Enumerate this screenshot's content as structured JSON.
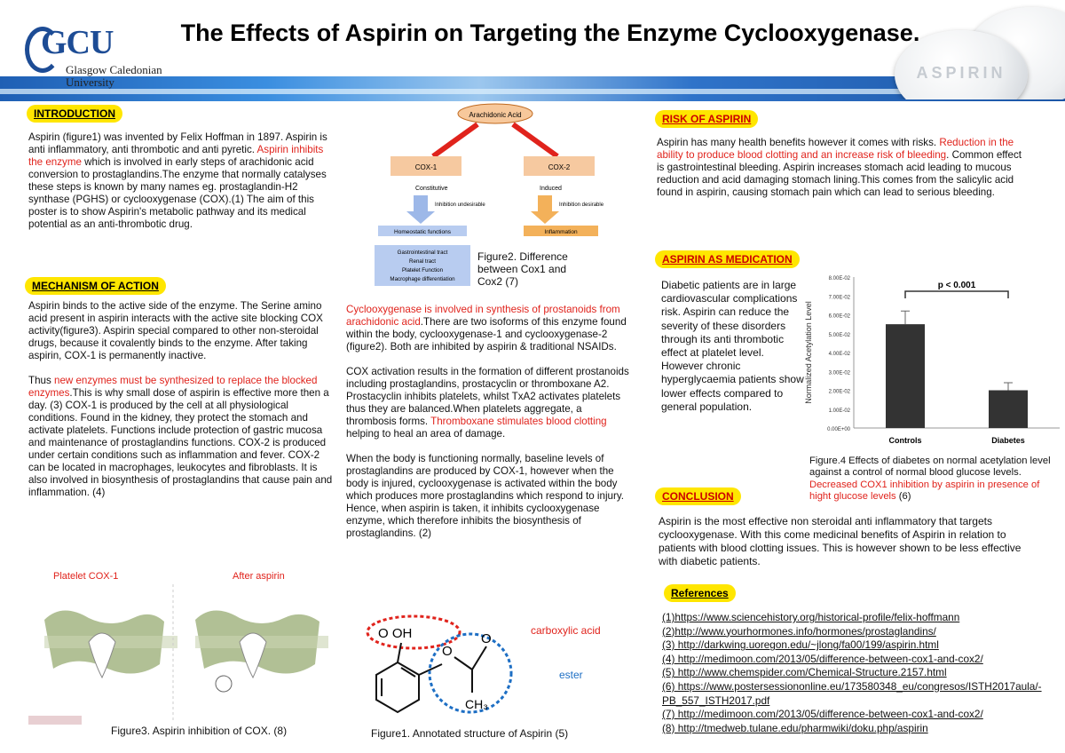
{
  "header": {
    "title": "The Effects of Aspirin on Targeting the Enzyme Cyclooxygenase.",
    "logo_text": "GCU",
    "logo_sub_line1": "Glasgow Caledonian",
    "logo_sub_line2": "University",
    "pill_text": "ASPIRIN"
  },
  "introduction": {
    "heading": "INTRODUCTION",
    "text_a": "Aspirin (figure1) was invented by Felix Hoffman in 1897. Aspirin is anti inflammatory, anti thrombotic and anti pyretic. ",
    "text_red": "Aspirin inhibits the enzyme",
    "text_b": " which is involved in early steps of arachidonic acid conversion to prostaglandins.The enzyme that normally catalyses these steps is known by many names eg. prostaglandin-H2 synthase (PGHS) or cyclooxygenase (COX).(1) The aim of this poster is to show Aspirin's metabolic pathway and its medical potential as an anti-thrombotic drug."
  },
  "mechanism": {
    "heading": "MECHANISM OF ACTION",
    "para1": "Aspirin binds to the active side of the enzyme. The Serine amino acid present in aspirin interacts with the active site blocking COX activity(figure3). Aspirin special compared to other non-steroidal drugs, because it covalently binds to the enzyme. After taking aspirin, COX-1 is permanently inactive.",
    "para2_a": "Thus ",
    "para2_red": "new enzymes must be synthesized to replace the blocked enzymes",
    "para2_b": ".This is why small dose of aspirin is effective more then a day. (3) COX-1 is produced by the cell at all physiological conditions. Found in the kidney, they protect the stomach and activate platelets. Functions include protection of gastric mucosa and maintenance of prostaglandins functions. COX-2 is produced under certain conditions such as inflammation and fever. COX-2 can be located in macrophages, leukocytes and fibroblasts. It is also involved in biosynthesis of prostaglandins that cause pain and inflammation. (4)"
  },
  "figure3": {
    "label_left": "Platelet COX-1",
    "label_right": "After aspirin",
    "caption": "Figure3. Aspirin inhibition of COX. (8)"
  },
  "figure2": {
    "top": "Arachidonic Acid",
    "cox1": "COX-1",
    "cox2": "COX-2",
    "constitutive": "Constitutive",
    "induced": "Induced",
    "inhib1": "Inhibition undesirable",
    "inhib2": "Inhibition desirable",
    "homeo": "Homeostatic functions",
    "inflam": "Inflammation",
    "list1": "Gastrointestinal tract",
    "list2": "Renal tract",
    "list3": "Platelet Function",
    "list4": "Macrophage differentiation",
    "caption": "Figure2. Difference between Cox1 and Cox2 (7)"
  },
  "middle": {
    "p1_red": "Cyclooxygenase is involved in synthesis of prostanoids from arachidonic acid",
    "p1_b": ".There are two isoforms of this enzyme found within the body, cyclooxygenase-1 and cyclooxygenase-2 (figure2). Both are inhibited by aspirin & traditional NSAIDs.",
    "p2_a": "COX activation results in the formation of different prostanoids including prostaglandins, prostacyclin or thromboxane A2. Prostacyclin inhibits platelets, whilst TxA2 activates platelets thus they are balanced.When platelets aggregate, a thrombosis forms. ",
    "p2_red": "Thromboxane stimulates blood clotting",
    "p2_b": " helping to heal an area of damage.",
    "p3": "When the body is functioning normally, baseline levels of prostaglandins are produced by COX-1, however when the body is injured, cyclooxygenase is activated within the body which produces more prostaglandins which respond to injury. Hence, when aspirin is taken, it inhibits cyclooxygenase enzyme, which therefore inhibits the biosynthesis of prostaglandins. (2)"
  },
  "figure1": {
    "label_oh": "O    OH",
    "label_carboxylic": "carboxylic acid",
    "label_ester": "ester",
    "label_ch3": "CH₃",
    "caption": "Figure1. Annotated structure of Aspirin (5)"
  },
  "risk": {
    "heading": "RISK OF ASPIRIN",
    "text_a": "Aspirin has many health benefits however it comes with risks. ",
    "text_red": "Reduction in the ability to produce blood clotting and an increase risk of bleeding",
    "text_b": ". Common effect is gastrointestinal bleeding. Aspirin increases stomach acid leading to mucous reduction and acid damaging stomach lining.This comes from the salicylic acid found in aspirin, causing stomach pain which can lead to serious bleeding."
  },
  "medication": {
    "heading": "ASPIRIN AS MEDICATION",
    "text": "Diabetic patients are in large cardiovascular complications risk. Aspirin can reduce the severity of these disorders through its anti thrombotic effect at platelet level. However chronic hyperglycaemia patients show lower effects compared to general population."
  },
  "chart_data": {
    "type": "bar",
    "categories": [
      "Controls",
      "Diabetes"
    ],
    "values": [
      0.055,
      0.02
    ],
    "errors": [
      0.007,
      0.004
    ],
    "ylabel": "Normalized Acetylation Level",
    "ylim": [
      0,
      0.08
    ],
    "yticks": [
      "0.00E+00",
      "1.00E-02",
      "2.00E-02",
      "3.00E-02",
      "4.00E-02",
      "5.00E-02",
      "6.00E-02",
      "7.00E-02",
      "8.00E-02"
    ],
    "annotation": "p < 0.001",
    "bar_color": "#333333",
    "grid": false
  },
  "figure4": {
    "caption_a": "Figure.4 Effects of diabetes on normal acetylation level against a control of normal blood glucose levels. ",
    "caption_red": "Decreased COX1 inhibition by aspirin in presence of hight glucose levels",
    "caption_b": " (6)"
  },
  "conclusion": {
    "heading": "CONCLUSION",
    "text": "Aspirin is the most effective non steroidal anti inflammatory that targets cyclooxygenase. With this come medicinal benefits of Aspirin in relation to patients with blood clotting issues. This is however shown to be less effective with diabetic patients."
  },
  "references": {
    "heading": "References",
    "items": [
      "(1)https://www.sciencehistory.org/historical-profile/felix-hoffmann",
      "(2)http://www.yourhormones.info/hormones/prostaglandins/",
      "(3) http://darkwing.uoregon.edu/~jlong/fa00/199/aspirin.html",
      "(4) http://medimoon.com/2013/05/difference-between-cox1-and-cox2/",
      "(5) http://www.chemspider.com/Chemical-Structure.2157.html",
      "(6) https://www.postersessiononline.eu/173580348_eu/congresos/ISTH2017aula/-PB_557_ISTH2017.pdf",
      "(7) http://medimoon.com/2013/05/difference-between-cox1-and-cox2/",
      "(8) http://tmedweb.tulane.edu/pharmwiki/doku.php/aspirin"
    ]
  }
}
